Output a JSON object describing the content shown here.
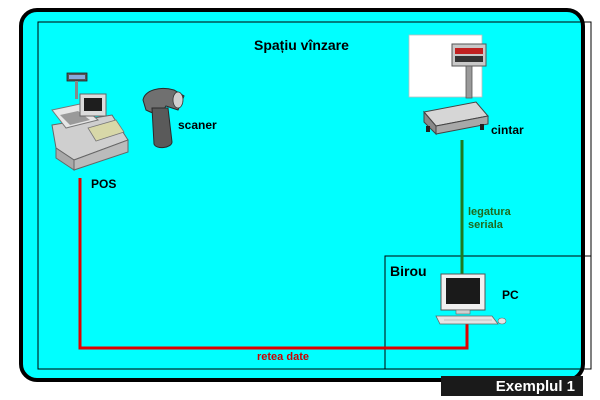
{
  "colors": {
    "canvas": "#00ffff",
    "frame": "#000000",
    "network_line": "#e00000",
    "serial_line": "#1f7a1f",
    "network_label": "#cc0000",
    "serial_label": "#1f6b1f",
    "badge_bg": "#1a1a1a",
    "badge_text": "#ffffff"
  },
  "zones": {
    "sales_area": "Spațiu vînzare",
    "office": "Birou"
  },
  "devices": {
    "pos": {
      "label": "POS",
      "icon": "pos-terminal-icon"
    },
    "scanner": {
      "label": "scaner",
      "icon": "barcode-scanner-icon"
    },
    "scale": {
      "label": "cintar",
      "icon": "weighing-scale-icon"
    },
    "pc": {
      "label": "PC",
      "icon": "desktop-computer-icon"
    }
  },
  "links": {
    "serial": {
      "line1": "legatura",
      "line2": "seriala"
    },
    "network": "retea date"
  },
  "example_badge": "Exemplul 1"
}
